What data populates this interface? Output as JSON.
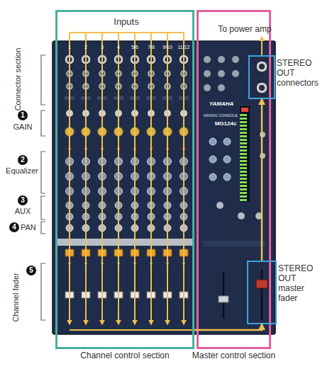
{
  "diagram": {
    "nodes": [
      {
        "text": [
          "Channel control section"
        ]
      },
      {
        "text": [
          "Master control section"
        ]
      },
      {
        "text": [
          "STEREO OUT connectors"
        ]
      },
      {
        "text": [
          "STEREO OUT master fader"
        ]
      }
    ],
    "edges": [
      {
        "from": 0,
        "to": 3,
        "arrow": "to"
      },
      {
        "from": 3,
        "to": 2,
        "arrow": "to"
      }
    ],
    "labels": [
      "Inputs",
      "To power amp",
      "Connector section",
      "1",
      "GAIN",
      "2",
      "Equalizer",
      "3",
      "AUX",
      "4",
      "PAN",
      "5",
      "Channel fader",
      "1",
      "2",
      "3",
      "4",
      "5/6",
      "7/8",
      "9/10",
      "11/12",
      "YAMAHA",
      "MIXING CONSOLE",
      "MG124c"
    ]
  }
}
